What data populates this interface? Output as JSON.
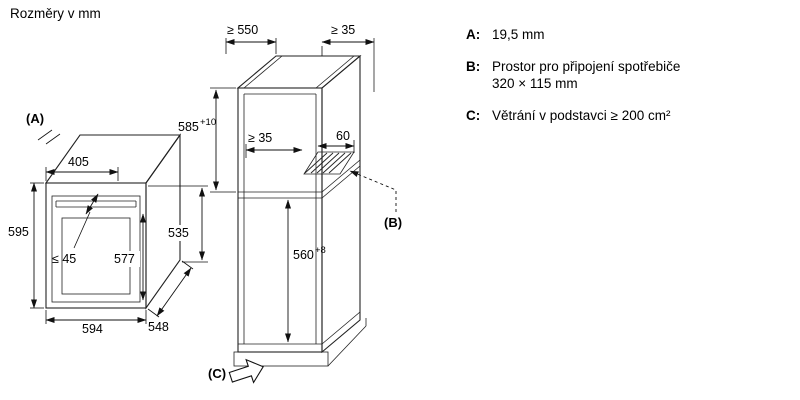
{
  "title": "Rozměry v mm",
  "oven": {
    "callout_a": "(A)",
    "width_top": "405",
    "height_left": "595",
    "handle_depth": "≤ 45",
    "door_height": "577",
    "width_bottom": "594",
    "depth_bottom": "548",
    "niche_height_side": "535"
  },
  "cabinet": {
    "depth_top": "≥ 550",
    "top_clearance": "≥ 35",
    "upper_niche_height": "585",
    "upper_niche_tolerance": "+10",
    "rear_clearance": "≥ 35",
    "vent_width": "60",
    "callout_b": "(B)",
    "lower_niche_height": "560",
    "lower_niche_tolerance": "+8",
    "callout_c": "(C)"
  },
  "legend": {
    "a_label": "A:",
    "a_text": "19,5 mm",
    "b_label": "B:",
    "b_line1": "Prostor pro připojení spotřebiče",
    "b_line2": "320 × 115 mm",
    "c_label": "C:",
    "c_text": "Větrání v podstavci ≥ 200 cm²"
  }
}
